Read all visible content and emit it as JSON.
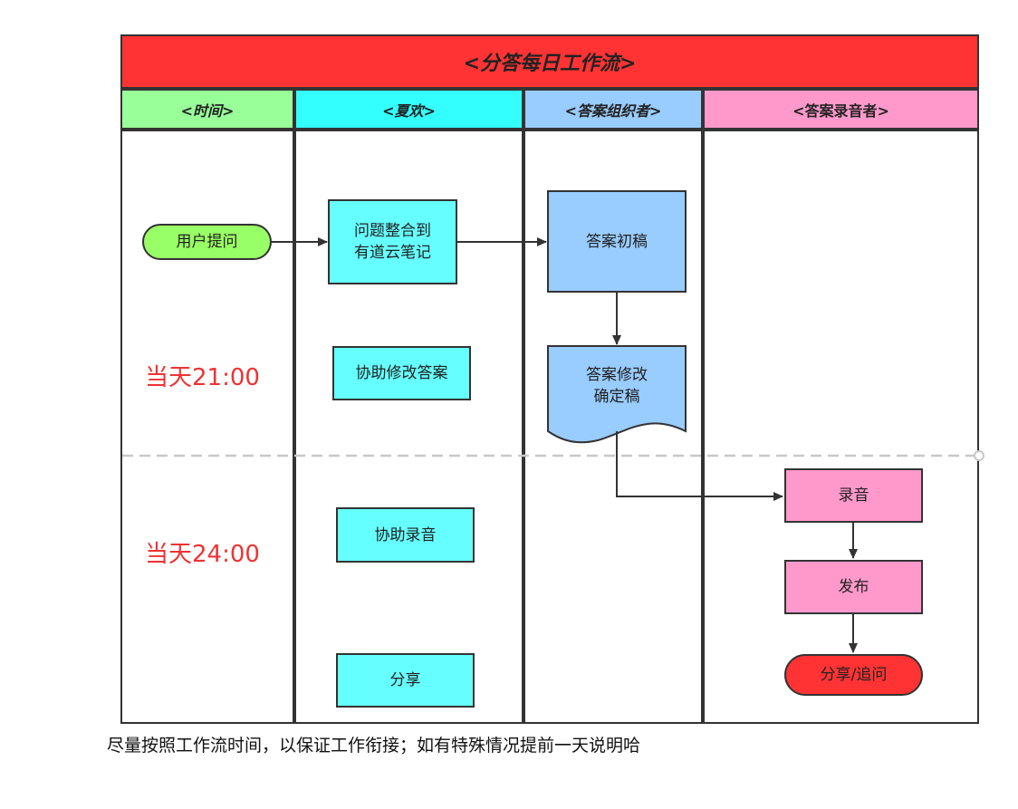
{
  "title": "<分答每日工作流>",
  "colors": {
    "title_bg": "#ff3333",
    "line": "#333333",
    "divider": "#c8c8c8",
    "time_text": "#ee3333"
  },
  "lanes": [
    {
      "label": "<时间>",
      "color": "#99ff99"
    },
    {
      "label": "<夏欢>",
      "color": "#33ffff"
    },
    {
      "label": "<答案组织者>",
      "color": "#99ccff"
    },
    {
      "label": "<答案录音者>",
      "color": "#ff99cc"
    }
  ],
  "times": [
    "当天21:00",
    "当天24:00"
  ],
  "nodes": {
    "user_question": {
      "label": "用户提问",
      "color": "#99ff66"
    },
    "organize_question": {
      "label": "问题整合到\n有道云笔记",
      "color": "#66ffff"
    },
    "assist_edit": {
      "label": "协助修改答案",
      "color": "#66ffff"
    },
    "assist_record": {
      "label": "协助录音",
      "color": "#66ffff"
    },
    "share_summer": {
      "label": "分享",
      "color": "#66ffff"
    },
    "draft": {
      "label": "答案初稿",
      "color": "#99ccff"
    },
    "revise_final": {
      "label": "答案修改\n确定稿",
      "color": "#99ccff"
    },
    "record": {
      "label": "录音",
      "color": "#ff99cc"
    },
    "publish": {
      "label": "发布",
      "color": "#ff99cc"
    },
    "share_followup": {
      "label": "分享/追问",
      "color": "#ff3333"
    }
  },
  "footer": "尽量按照工作流时间，以保证工作衔接；如有特殊情况提前一天说明哈"
}
